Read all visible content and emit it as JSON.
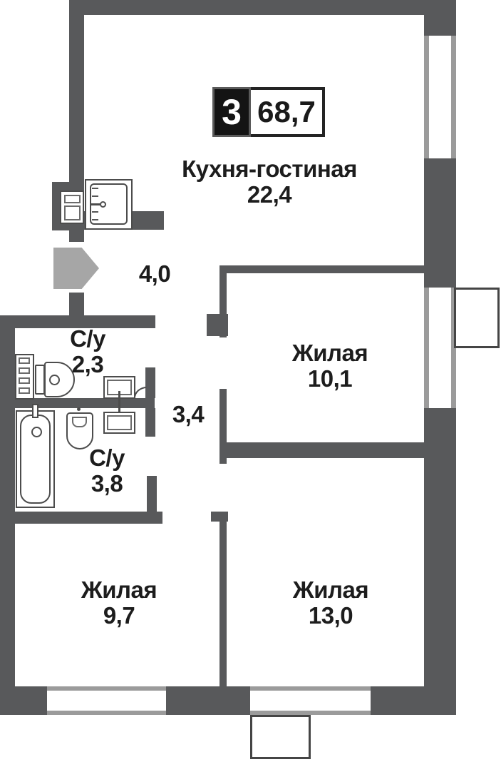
{
  "badge": {
    "room_count": "3",
    "total_area": "68,7"
  },
  "rooms": {
    "kitchen_living": {
      "name": "Кухня-гостиная",
      "area": "22,4"
    },
    "hallway": {
      "area": "4,0"
    },
    "bathroom_1": {
      "name": "С/у",
      "area": "2,3"
    },
    "corridor": {
      "area": "3,4"
    },
    "bathroom_2": {
      "name": "С/у",
      "area": "3,8"
    },
    "living_room_1": {
      "name": "Жилая",
      "area": "10,1"
    },
    "living_room_2": {
      "name": "Жилая",
      "area": "9,7"
    },
    "living_room_3": {
      "name": "Жилая",
      "area": "13,0"
    }
  },
  "colors": {
    "wall": "#58595b",
    "window_frame": "#9b9b9b",
    "entrance_arrow": "#a6a6a6",
    "fixture_outline": "#4c4c4c",
    "label_text": "#1d1d1d",
    "badge_background": "#141414"
  }
}
